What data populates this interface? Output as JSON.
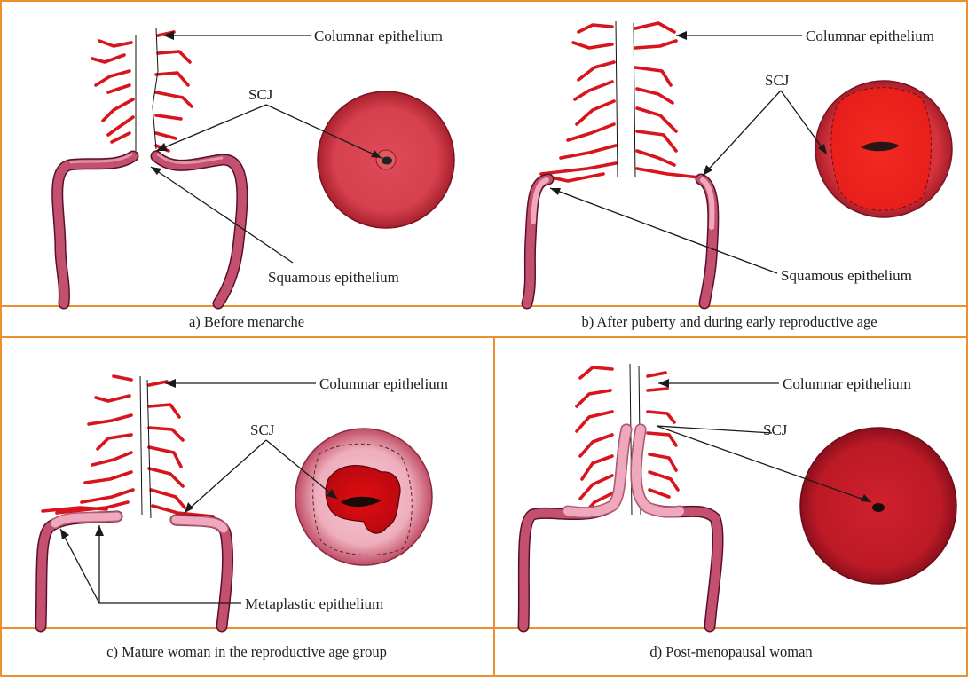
{
  "panels": [
    {
      "caption": "a) Before menarche",
      "labels": {
        "columnar": "Columnar epithelium",
        "scj": "SCJ",
        "squamous": "Squamous epithelium"
      }
    },
    {
      "caption": "b) After puberty and during early reproductive age",
      "labels": {
        "columnar": "Columnar epithelium",
        "scj": "SCJ",
        "squamous": "Squamous epithelium"
      }
    },
    {
      "caption": "c) Mature woman in the reproductive age group",
      "labels": {
        "columnar": "Columnar epithelium",
        "scj": "SCJ",
        "metaplastic": "Metaplastic epithelium"
      }
    },
    {
      "caption": "d) Post-menopausal woman",
      "labels": {
        "columnar": "Columnar epithelium",
        "scj": "SCJ"
      }
    }
  ],
  "colors": {
    "border": "#e8912e",
    "columnar": "#d8141c",
    "squamous": "#c2506e",
    "metaplastic": "#f0a8bc"
  }
}
